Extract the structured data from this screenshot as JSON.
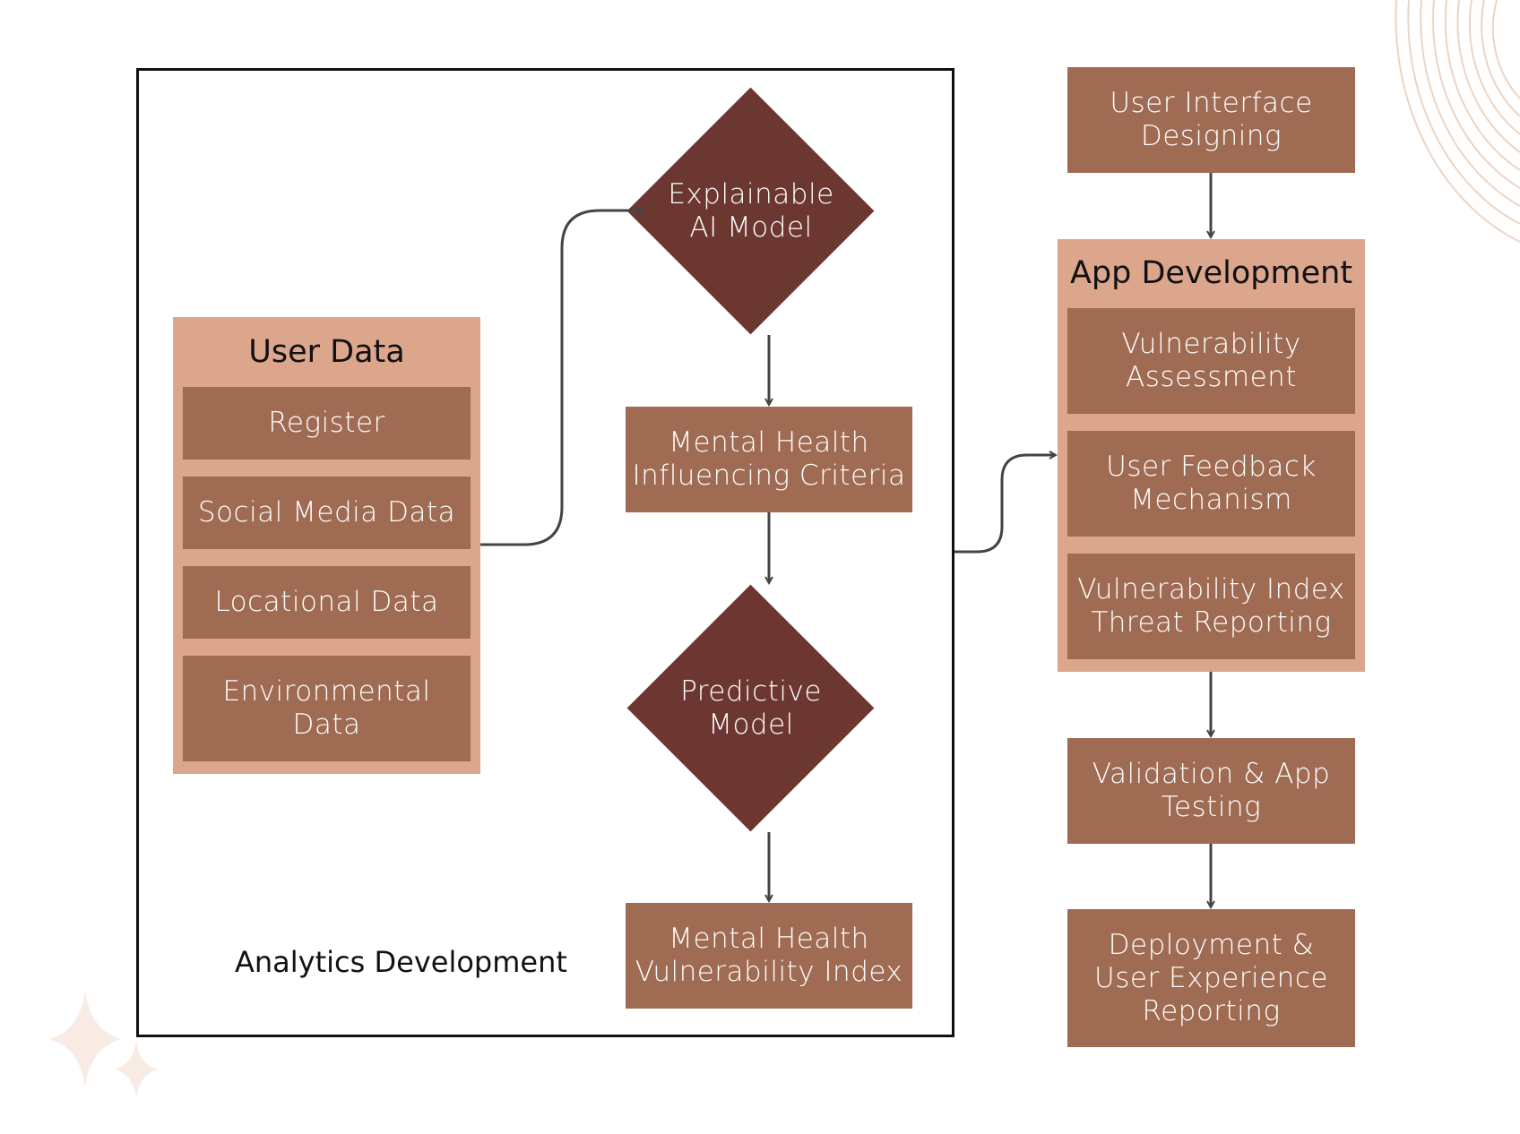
{
  "colors": {
    "box": "#9f6b52",
    "group": "#dca68c",
    "diamond": "#6c3731",
    "frame": "#111111",
    "connector": "#444444",
    "decoration": "#ead5c6"
  },
  "analytics": {
    "label": "Analytics Development",
    "user_data": {
      "title": "User Data",
      "items": [
        "Register",
        "Social Media Data",
        "Locational Data",
        "Environmental\nData"
      ]
    },
    "explainable_model": "Explainable\nAI Model",
    "criteria": "Mental Health\nInfluencing Criteria",
    "predictive_model": "Predictive\nModel",
    "index": "Mental Health\nVulnerability Index"
  },
  "app": {
    "ui_design": "User Interface\nDesigning",
    "app_development": {
      "title": "App Development",
      "items": [
        "Vulnerability\nAssessment",
        "User Feedback\nMechanism",
        "Vulnerability Index\nThreat Reporting"
      ]
    },
    "validation": "Validation & App\nTesting",
    "deployment": "Deployment &\nUser Experience\nReporting"
  },
  "decorations": [
    "concentric-arcs",
    "sparkle-stars"
  ]
}
